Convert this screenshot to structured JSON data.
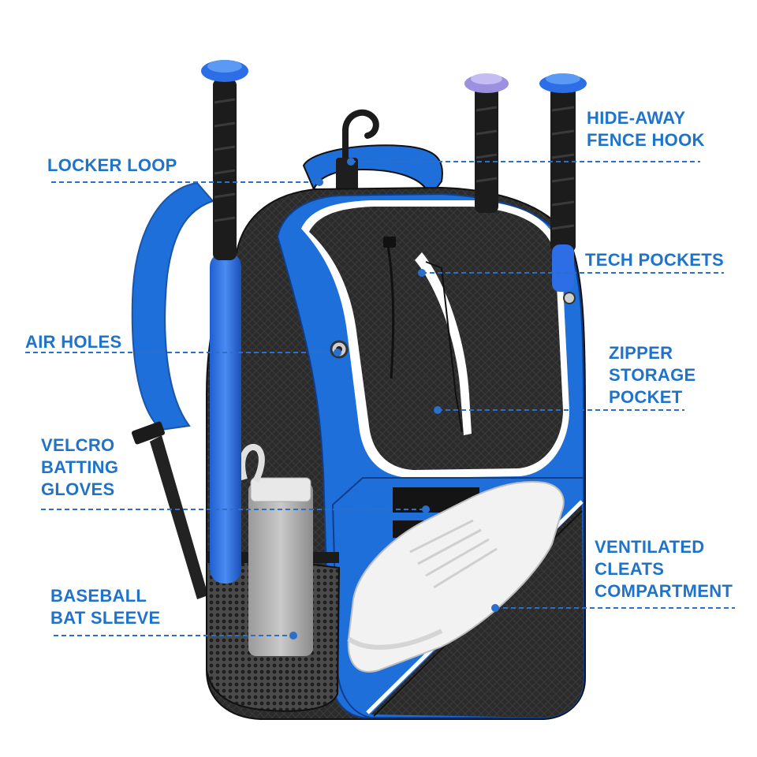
{
  "callouts": {
    "locker_loop": [
      "LOCKER LOOP"
    ],
    "fence_hook": [
      "HIDE-AWAY",
      "FENCE HOOK"
    ],
    "tech_pockets": [
      "TECH POCKETS"
    ],
    "air_holes": [
      "AIR HOLES"
    ],
    "zipper_pocket": [
      "ZIPPER",
      "STORAGE",
      "POCKET"
    ],
    "velcro": [
      "VELCRO",
      "BATTING",
      "GLOVES"
    ],
    "cleats": [
      "VENTILATED",
      "CLEATS",
      "COMPARTMENT"
    ],
    "bat_sleeve": [
      "BASEBALL",
      "BAT SLEEVE"
    ]
  },
  "colors": {
    "label": "#1f73c9",
    "bag_blue": "#1e6fd9",
    "bag_black": "#2a2a2a",
    "trim_white": "#ffffff",
    "bat_blue": "#2d6ee6",
    "bat_purple": "#9b8fe0"
  }
}
